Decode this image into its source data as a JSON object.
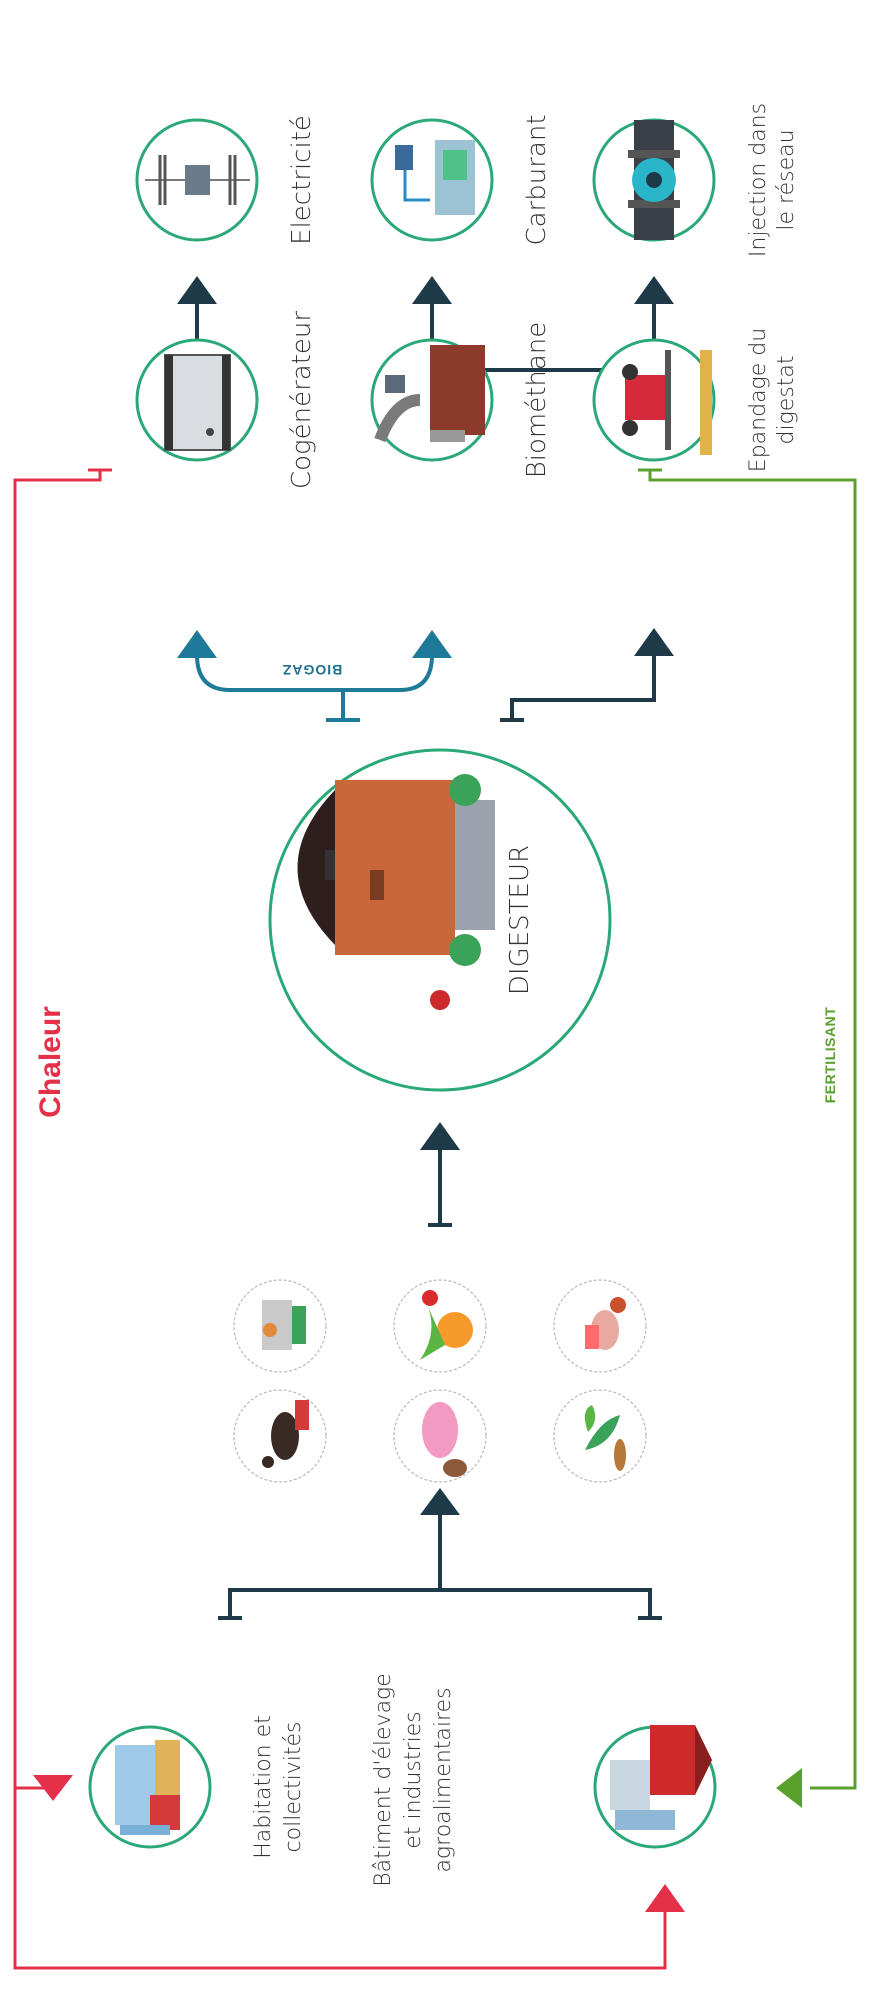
{
  "colors": {
    "heat": "#e5304a",
    "fertilizer": "#5aa02c",
    "biogas": "#1f7a99",
    "flow": "#1e3a48",
    "circle_border": "#2aa876"
  },
  "flows": {
    "heat_label": "Chaleur",
    "fertilizer_label": "FERTILISANT",
    "biogas_label": "BIOGAZ"
  },
  "sources": {
    "housing": {
      "line1": "Habitation et",
      "line2": "collectivités",
      "icon": "city-buildings-icon"
    },
    "farms": {
      "line1": "Bâtiment d'élevage",
      "line2": "et industries",
      "line3": "agroalimentaires",
      "icon": "farm-barn-icon"
    }
  },
  "inputs": [
    {
      "icon": "cow-icon"
    },
    {
      "icon": "pig-icon"
    },
    {
      "icon": "plant-leaf-icon"
    },
    {
      "icon": "food-waste-icon"
    },
    {
      "icon": "vegetables-icon"
    },
    {
      "icon": "meat-waste-icon"
    }
  ],
  "digester": {
    "label": "DIGESTEUR",
    "icon": "digester-dome-icon"
  },
  "converters": {
    "cogen": {
      "label": "Cogénérateur",
      "icon": "cogenerator-icon"
    },
    "biomethane": {
      "label": "Biométhane",
      "icon": "biomethane-plant-icon"
    },
    "spreading": {
      "line1": "Epandage du",
      "line2": "digestat",
      "icon": "tractor-spreader-icon"
    }
  },
  "outputs": {
    "electricity": {
      "label": "Electricité",
      "icon": "power-line-icon"
    },
    "fuel": {
      "label": "Carburant",
      "icon": "fuel-pump-icon"
    },
    "grid": {
      "line1": "Injection dans",
      "line2": "le réseau",
      "icon": "gas-pipe-valve-icon"
    }
  }
}
